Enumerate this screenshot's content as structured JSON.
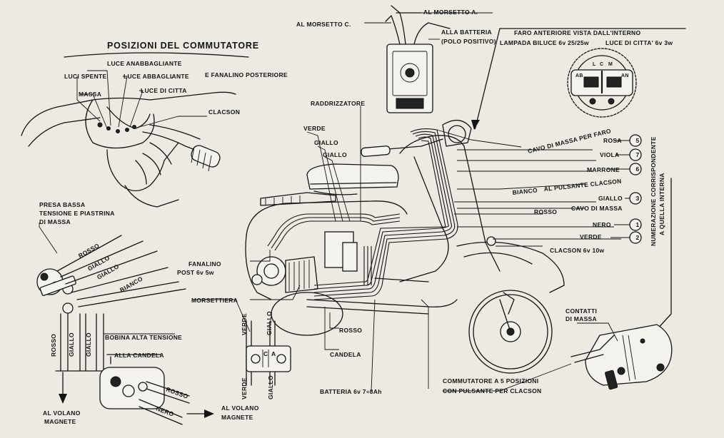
{
  "labels": {
    "posizioni": "POSIZIONI DEL COMMUTATORE",
    "luce_anabbagliante": "LUCE ANABBAGLIANTE",
    "luci_spente": "LUCI SPENTE",
    "luce_abbagliante": "LUCE ABBAGLIANTE",
    "fanalino_posteriore": "E FANALINO POSTERIORE",
    "massa": "MASSA",
    "luce_di_citta": "LUCE DI CITTA",
    "clacson": "CLACSON",
    "al_morsetto_a": "AL MORSETTO A.",
    "al_morsetto_c": "AL MORSETTO C.",
    "alla_batteria": "ALLA BATTERIA",
    "polo_positivo": "(POLO POSITIVO)",
    "faro_anteriore": "FARO ANTERIORE VISTA DALL'INTERNO",
    "lampada_biluce": "LAMPADA BILUCE 6v 25/25w",
    "luce_citta_faro": "LUCE DI CITTA' 6v 3w",
    "raddrizzatore": "RADDRIZZATORE",
    "verde": "VERDE",
    "giallo_1": "GIALLO",
    "giallo_2": "GIALLO",
    "cavo_massa_faro": "CAVO DI MASSA PER FARO",
    "rosa": "ROSA",
    "viola": "VIOLA",
    "marrone": "MARRONE",
    "bianco_pulsante": "BIANCO",
    "al_pulsante_clacson": "AL PULSANTE CLACSON",
    "giallo_r": "GIALLO",
    "rosso_r": "ROSSO",
    "cavo_di_massa": "CAVO DI MASSA",
    "nero_r": "NERO",
    "verde_r": "VERDE",
    "clacson_6v": "CLACSON 6v 10w",
    "numerazione_1": "NUMERAZIONE CORRISPONDENTE",
    "numerazione_2": "A QUELLA INTERNA",
    "presa_bassa_1": "PRESA BASSA",
    "presa_bassa_2": "TENSIONE E PIASTRINA",
    "presa_bassa_3": "DI MASSA",
    "rosso_l": "ROSSO",
    "giallo_l1": "GIALLO",
    "giallo_l2": "GIALLO",
    "bianco_l": "BIANCO",
    "fanalino_post_1": "FANALINO",
    "fanalino_post_2": "POST 6v 5w",
    "morsettiera": "MORSETTIERA",
    "rosso_c": "ROSSO",
    "candela": "CANDELA",
    "verde_m": "VERDE",
    "giallo_m": "GIALLO",
    "verde_m2": "VERDE",
    "giallo_m2": "GIALLO",
    "morsetto_c": "C",
    "morsetto_a": "A",
    "bobina": "BOBINA ALTA TENSIONE",
    "alla_candela": "ALLA CANDELA",
    "rosso_b": "ROSSO",
    "nero_b": "NERO",
    "rosso_v": "ROSSO",
    "giallo_v": "GIALLO",
    "giallo_v2": "GIALLO",
    "al_volano_1": "AL VOLANO",
    "al_volano_2": "MAGNETE",
    "al_volano_b1": "AL VOLANO",
    "al_volano_b2": "MAGNETE",
    "batteria": "BATTERIA 6v 7÷8Ah",
    "commutatore_1": "COMMUTATORE A 5 POSIZIONI",
    "commutatore_2": "CON PULSANTE PER CLACSON",
    "contatti_1": "CONTATTI",
    "contatti_2": "DI MASSA",
    "faro_ab": "AB",
    "faro_l": "L",
    "faro_c": "C",
    "faro_m": "M",
    "faro_an": "AN"
  },
  "numbers": [
    "5",
    "7",
    "6",
    "3",
    "1",
    "2"
  ]
}
